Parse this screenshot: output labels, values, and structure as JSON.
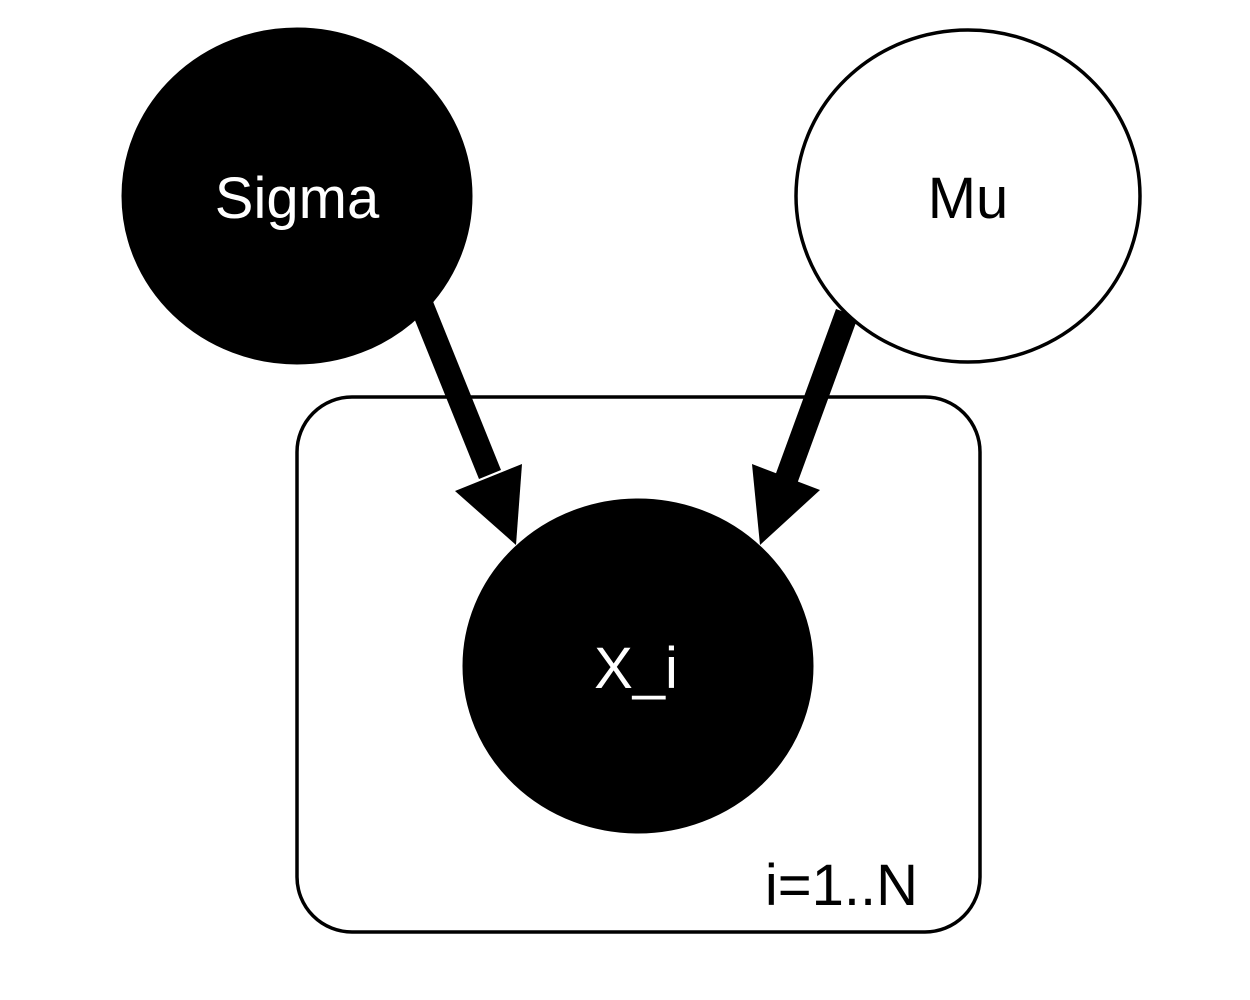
{
  "diagram": {
    "type": "graphical-model",
    "nodes": [
      {
        "id": "sigma",
        "label": "Sigma",
        "observed": true
      },
      {
        "id": "mu",
        "label": "Mu",
        "observed": false
      },
      {
        "id": "x_i",
        "label": "X_i",
        "observed": true
      }
    ],
    "edges": [
      {
        "from": "sigma",
        "to": "x_i"
      },
      {
        "from": "mu",
        "to": "x_i"
      }
    ],
    "plate": {
      "label": "i=1..N",
      "contains": [
        "x_i"
      ]
    },
    "colors": {
      "observed_fill": "#000000",
      "latent_fill": "#ffffff",
      "stroke": "#000000",
      "observed_text": "#ffffff",
      "latent_text": "#000000"
    }
  }
}
